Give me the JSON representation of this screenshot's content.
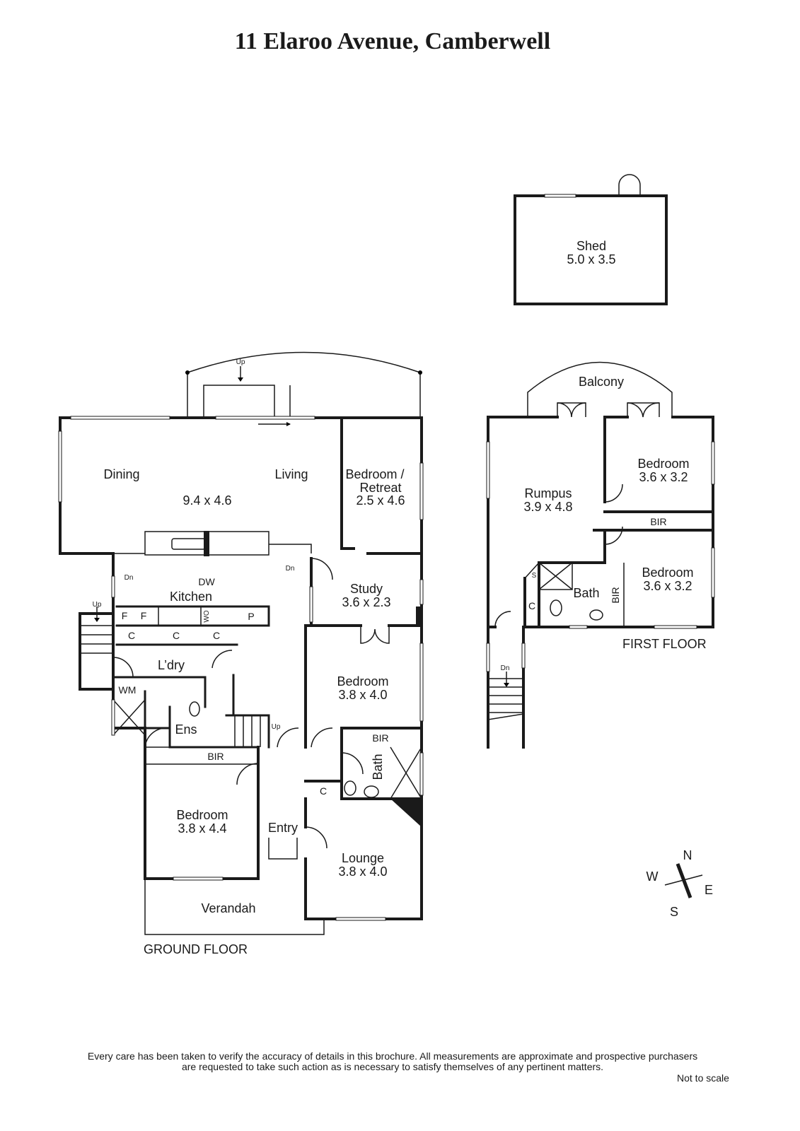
{
  "title": "11 Elaroo Avenue, Camberwell",
  "shed": {
    "name": "Shed",
    "dims": "5.0 x 3.5"
  },
  "ground_floor": {
    "label": "GROUND FLOOR",
    "rooms": {
      "dining": "Dining",
      "living": "Living",
      "dining_living_dims": "9.4 x 4.6",
      "retreat_name_1": "Bedroom /",
      "retreat_name_2": "Retreat",
      "retreat_dims": "2.5 x 4.6",
      "study": "Study",
      "study_dims": "3.6 x 2.3",
      "kitchen": "Kitchen",
      "laundry": "L’dry",
      "ensuite": "Ens",
      "bedroom_mid": "Bedroom",
      "bedroom_mid_dims": "3.8 x 4.0",
      "bedroom_front": "Bedroom",
      "bedroom_front_dims": "3.8 x 4.4",
      "entry": "Entry",
      "lounge": "Lounge",
      "lounge_dims": "3.8 x 4.0",
      "bath": "Bath",
      "verandah": "Verandah"
    },
    "fixtures": {
      "up_deck": "Up",
      "dn1": "Dn",
      "dn2": "Dn",
      "dw": "DW",
      "f1": "F",
      "f2": "F",
      "wo": "WO",
      "p": "P",
      "c1": "C",
      "c2": "C",
      "c3": "C",
      "c4": "C",
      "up_side": "Up",
      "up_stair": "Up",
      "wm": "WM",
      "bir_front": "BIR",
      "bir_mid": "BIR"
    }
  },
  "first_floor": {
    "label": "FIRST FLOOR",
    "rooms": {
      "balcony": "Balcony",
      "rumpus": "Rumpus",
      "rumpus_dims": "3.9 x 4.8",
      "bedroom_a": "Bedroom",
      "bedroom_a_dims": "3.6 x 3.2",
      "bedroom_b": "Bedroom",
      "bedroom_b_dims": "3.6 x 3.2",
      "bath": "Bath"
    },
    "fixtures": {
      "bir_h": "BIR",
      "bir_v": "BIR",
      "c": "C",
      "s": "S",
      "dn": "Dn"
    }
  },
  "compass": {
    "n": "N",
    "e": "E",
    "s": "S",
    "w": "W"
  },
  "disclaimer_line1": "Every care has been taken to verify the accuracy of details in this brochure.  All measurements are approximate and prospective purchasers",
  "disclaimer_line2": "are requested to take such action as is necessary to satisfy themselves of any pertinent matters.",
  "not_to_scale": "Not to scale"
}
